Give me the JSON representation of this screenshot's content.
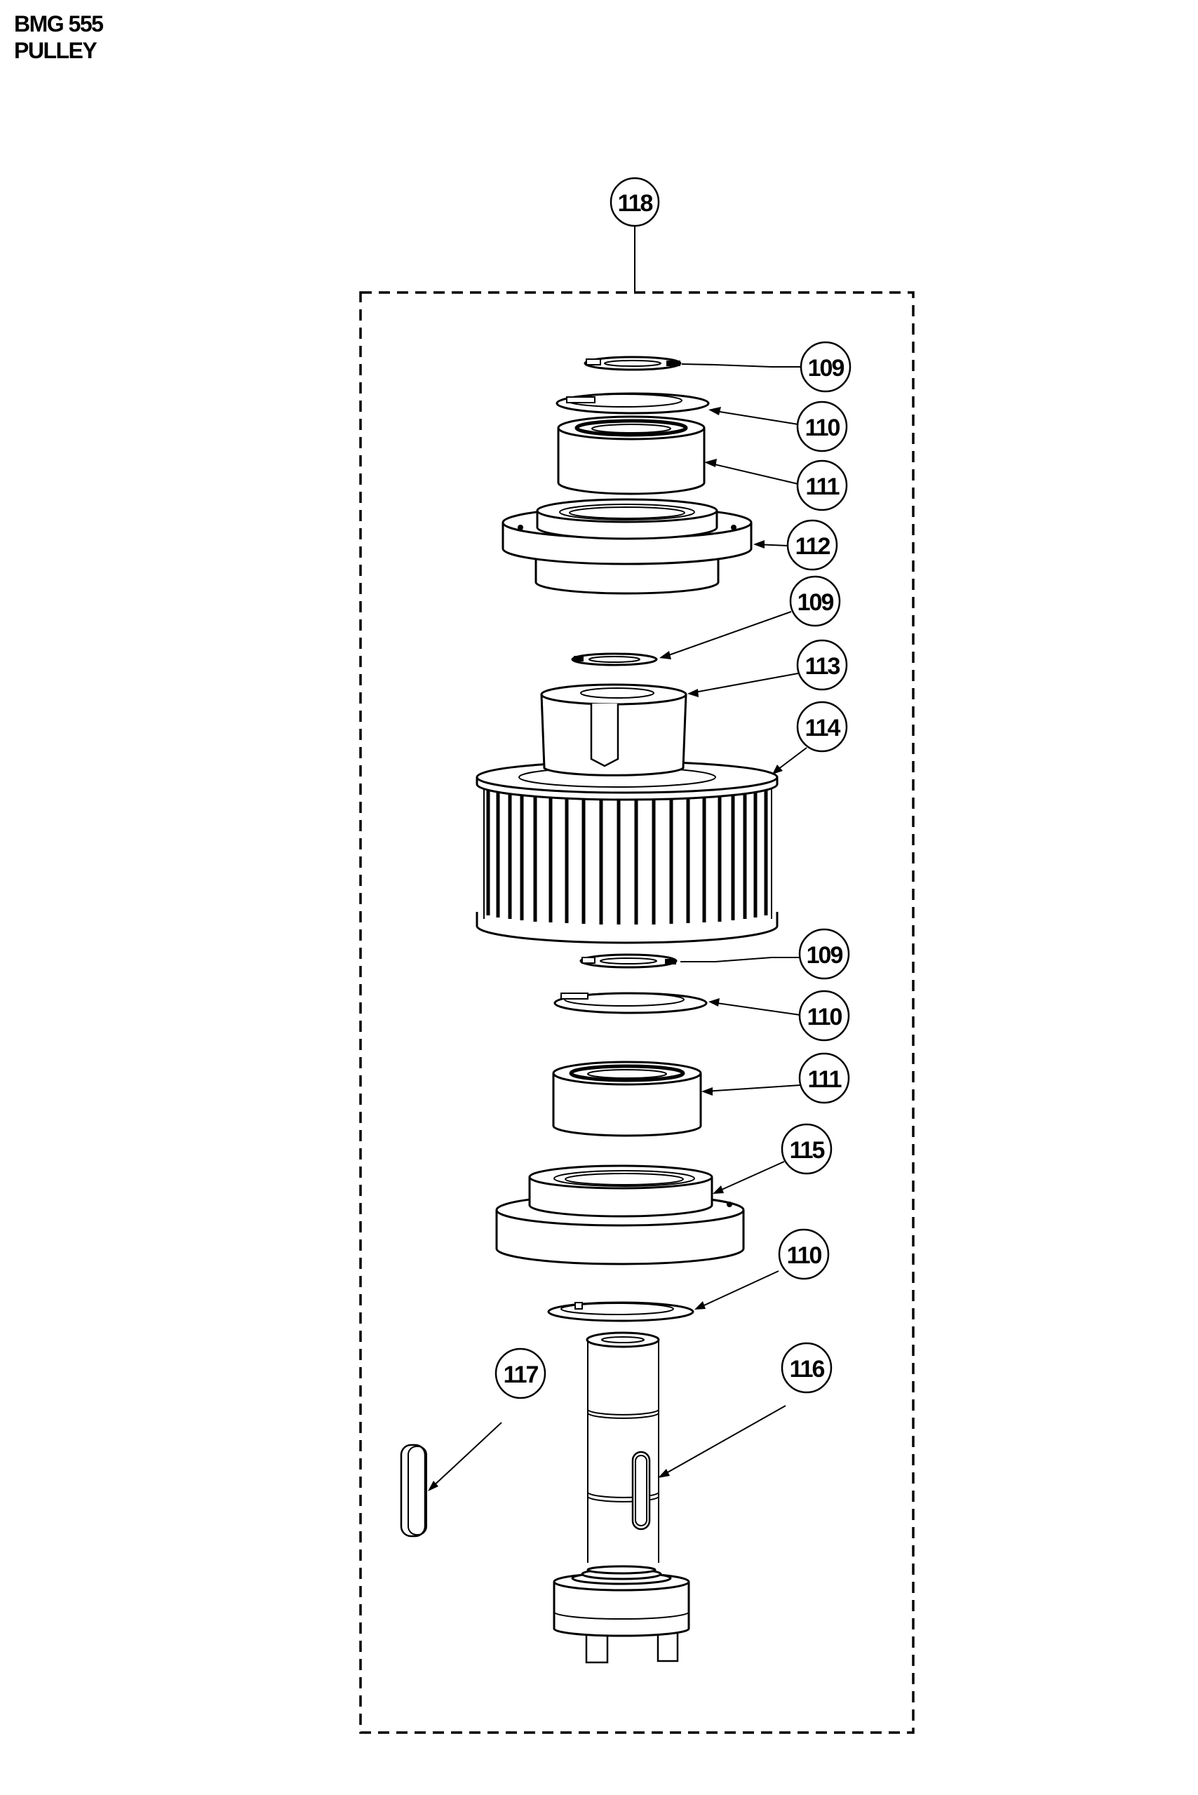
{
  "header": {
    "model": "BMG 555",
    "assembly": "PULLEY"
  },
  "diagram": {
    "type": "exploded parts diagram",
    "assembly_group": {
      "label": "118",
      "boundary": "dashed-box"
    },
    "callouts": [
      {
        "id": "c1",
        "label": "109",
        "part": "snap-ring-top"
      },
      {
        "id": "c2",
        "label": "110",
        "part": "retaining-ring-upper"
      },
      {
        "id": "c3",
        "label": "111",
        "part": "bearing-upper"
      },
      {
        "id": "c4",
        "label": "112",
        "part": "bearing-housing-upper"
      },
      {
        "id": "c5",
        "label": "109",
        "part": "snap-ring-middle"
      },
      {
        "id": "c6",
        "label": "113",
        "part": "bushing"
      },
      {
        "id": "c7",
        "label": "114",
        "part": "timing-pulley"
      },
      {
        "id": "c8",
        "label": "109",
        "part": "snap-ring-lower"
      },
      {
        "id": "c9",
        "label": "110",
        "part": "retaining-ring-middle"
      },
      {
        "id": "c10",
        "label": "111",
        "part": "bearing-lower"
      },
      {
        "id": "c11",
        "label": "115",
        "part": "bearing-housing-lower"
      },
      {
        "id": "c12",
        "label": "110",
        "part": "retaining-ring-lower"
      },
      {
        "id": "c13",
        "label": "116",
        "part": "shaft"
      },
      {
        "id": "c14",
        "label": "117",
        "part": "key"
      }
    ]
  }
}
